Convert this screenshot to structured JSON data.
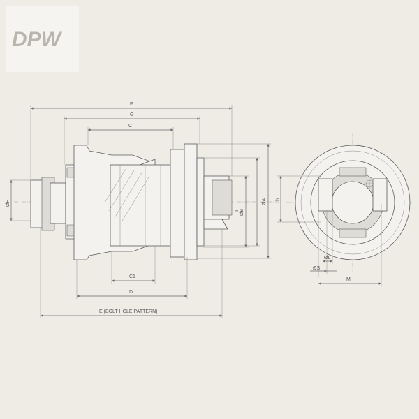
{
  "brand": {
    "logo_text": "DPW",
    "accent": "#b9b4ac"
  },
  "dimensions": {
    "F": "F",
    "G": "G",
    "C": "C",
    "C1": "C1",
    "D": "D",
    "E": "E (BOLT HOLE PATTERN)",
    "H": "ØH",
    "B": "ØB",
    "T": "T",
    "A": "ØA",
    "N": "N",
    "L": "ØL",
    "S": "ØS",
    "M": "M"
  }
}
